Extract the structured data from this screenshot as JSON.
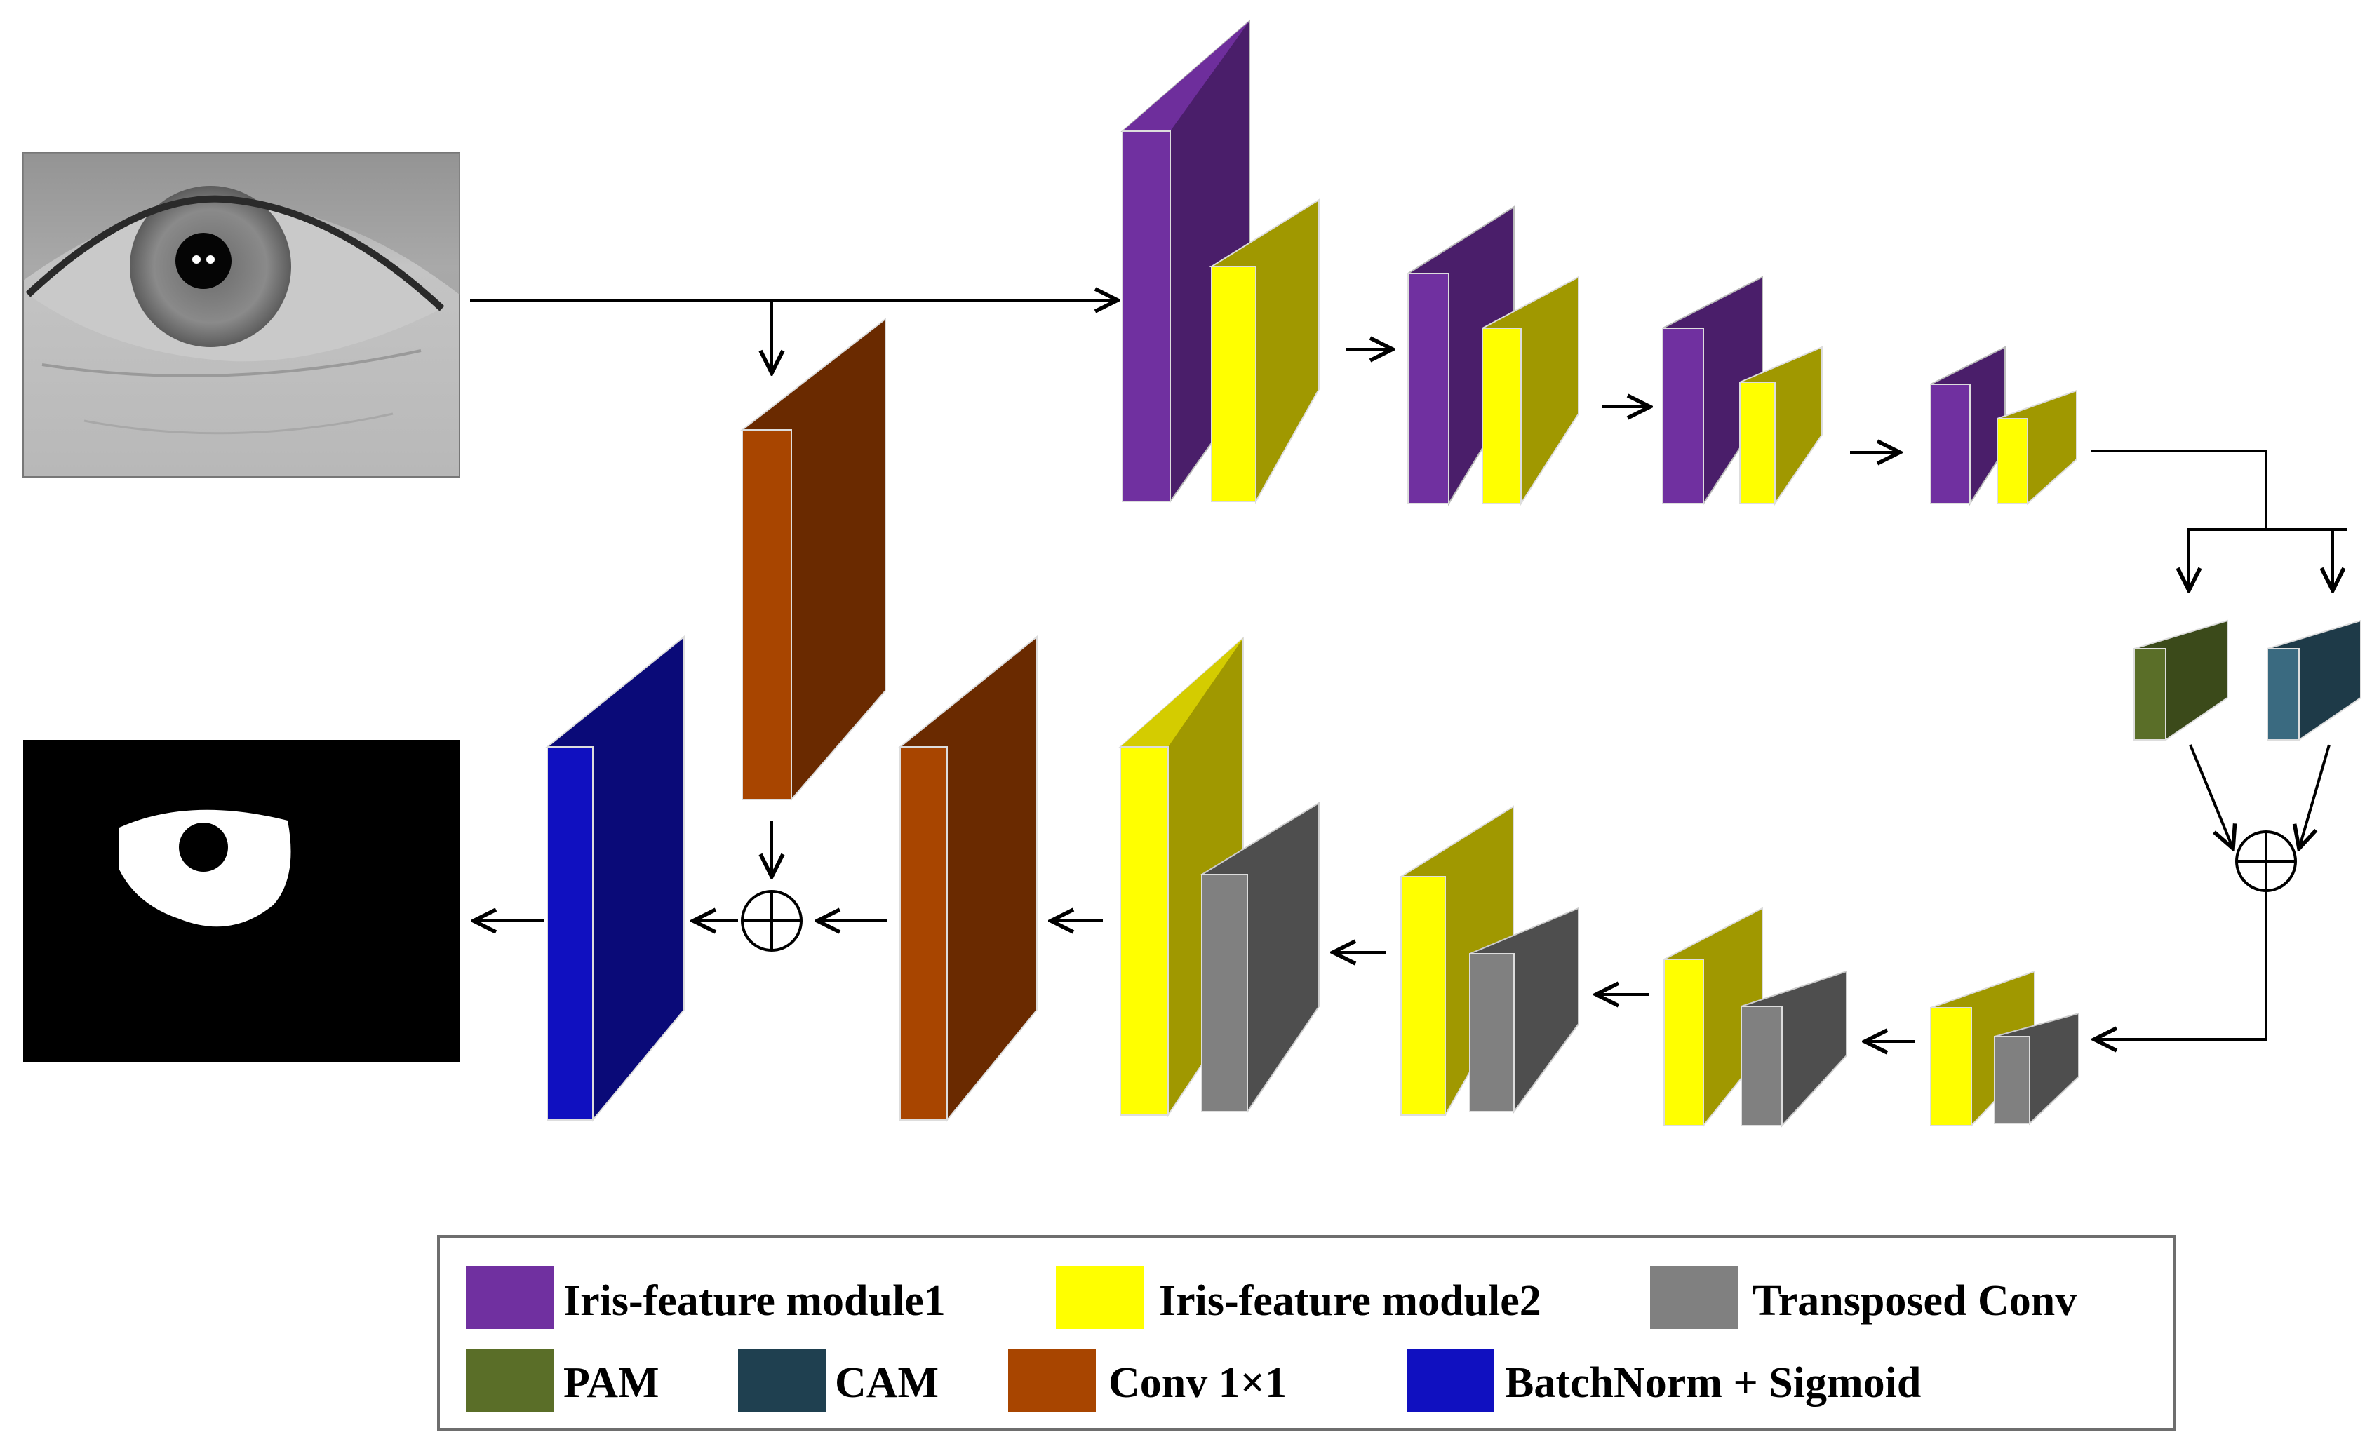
{
  "colors": {
    "iris_module1": "#7030A0",
    "iris_module2": "#FFFF00",
    "transposed_conv": "#808080",
    "pam": "#5A6E28",
    "cam": "#2E5E78",
    "conv1x1": "#A84500",
    "batchnorm_sigmoid": "#1010C0"
  },
  "icons": {
    "input_image": "grayscale-eye-photo",
    "output_mask": "binary-segmentation-mask",
    "fusion": "circle-plus-icon"
  },
  "legend": {
    "items": [
      {
        "key": "iris_module1",
        "label": "Iris-feature module1"
      },
      {
        "key": "iris_module2",
        "label": "Iris-feature module2"
      },
      {
        "key": "transposed_conv",
        "label": "Transposed Conv"
      },
      {
        "key": "pam",
        "label": "PAM"
      },
      {
        "key": "cam",
        "label": "CAM"
      },
      {
        "key": "conv1x1",
        "label": "Conv 1×1"
      },
      {
        "key": "batchnorm_sigmoid",
        "label": "BatchNorm + Sigmoid"
      }
    ]
  }
}
